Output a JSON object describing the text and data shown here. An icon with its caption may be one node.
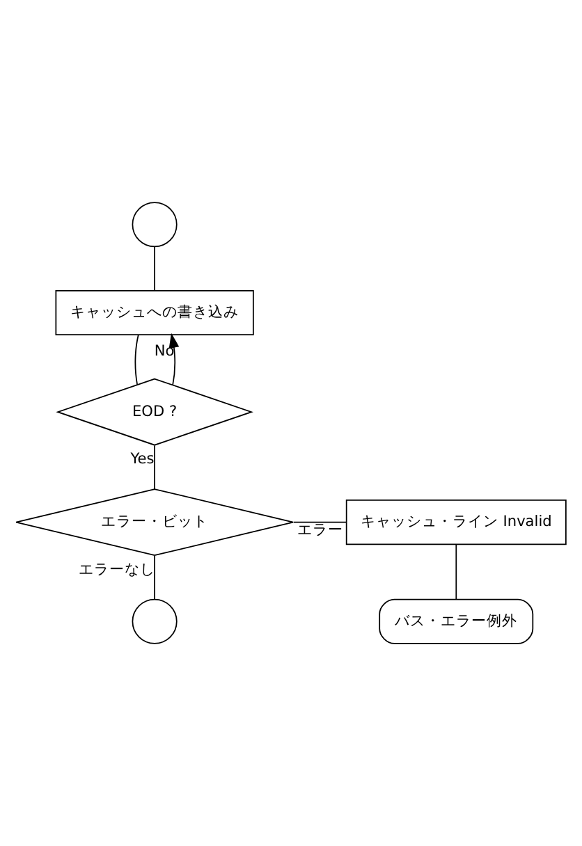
{
  "diagram": {
    "nodes": [
      {
        "text": [],
        "shape": "circle"
      },
      {
        "text": [
          "キャッシュへの書き込み"
        ]
      },
      {
        "text": [
          "EOD ?"
        ]
      },
      {
        "text": [
          "エラー・ビット"
        ]
      },
      {
        "text": [
          "キャッシュ・ライン Invalid"
        ]
      },
      {
        "text": [],
        "shape": "circle"
      },
      {
        "text": [
          "バス・エラー例外"
        ]
      }
    ],
    "edges": [
      {
        "from": 0,
        "to": 1,
        "arrow": "none"
      },
      {
        "from": 1,
        "to": 2,
        "arrow": "none"
      },
      {
        "from": 2,
        "to": 1,
        "arrow": "to",
        "label": "No"
      },
      {
        "from": 2,
        "to": 3,
        "arrow": "none",
        "label": "Yes"
      },
      {
        "from": 3,
        "to": 4,
        "arrow": "none",
        "label": "エラー"
      },
      {
        "from": 3,
        "to": 5,
        "arrow": "none",
        "label": "エラーなし"
      },
      {
        "from": 4,
        "to": 6,
        "arrow": "none"
      }
    ]
  }
}
